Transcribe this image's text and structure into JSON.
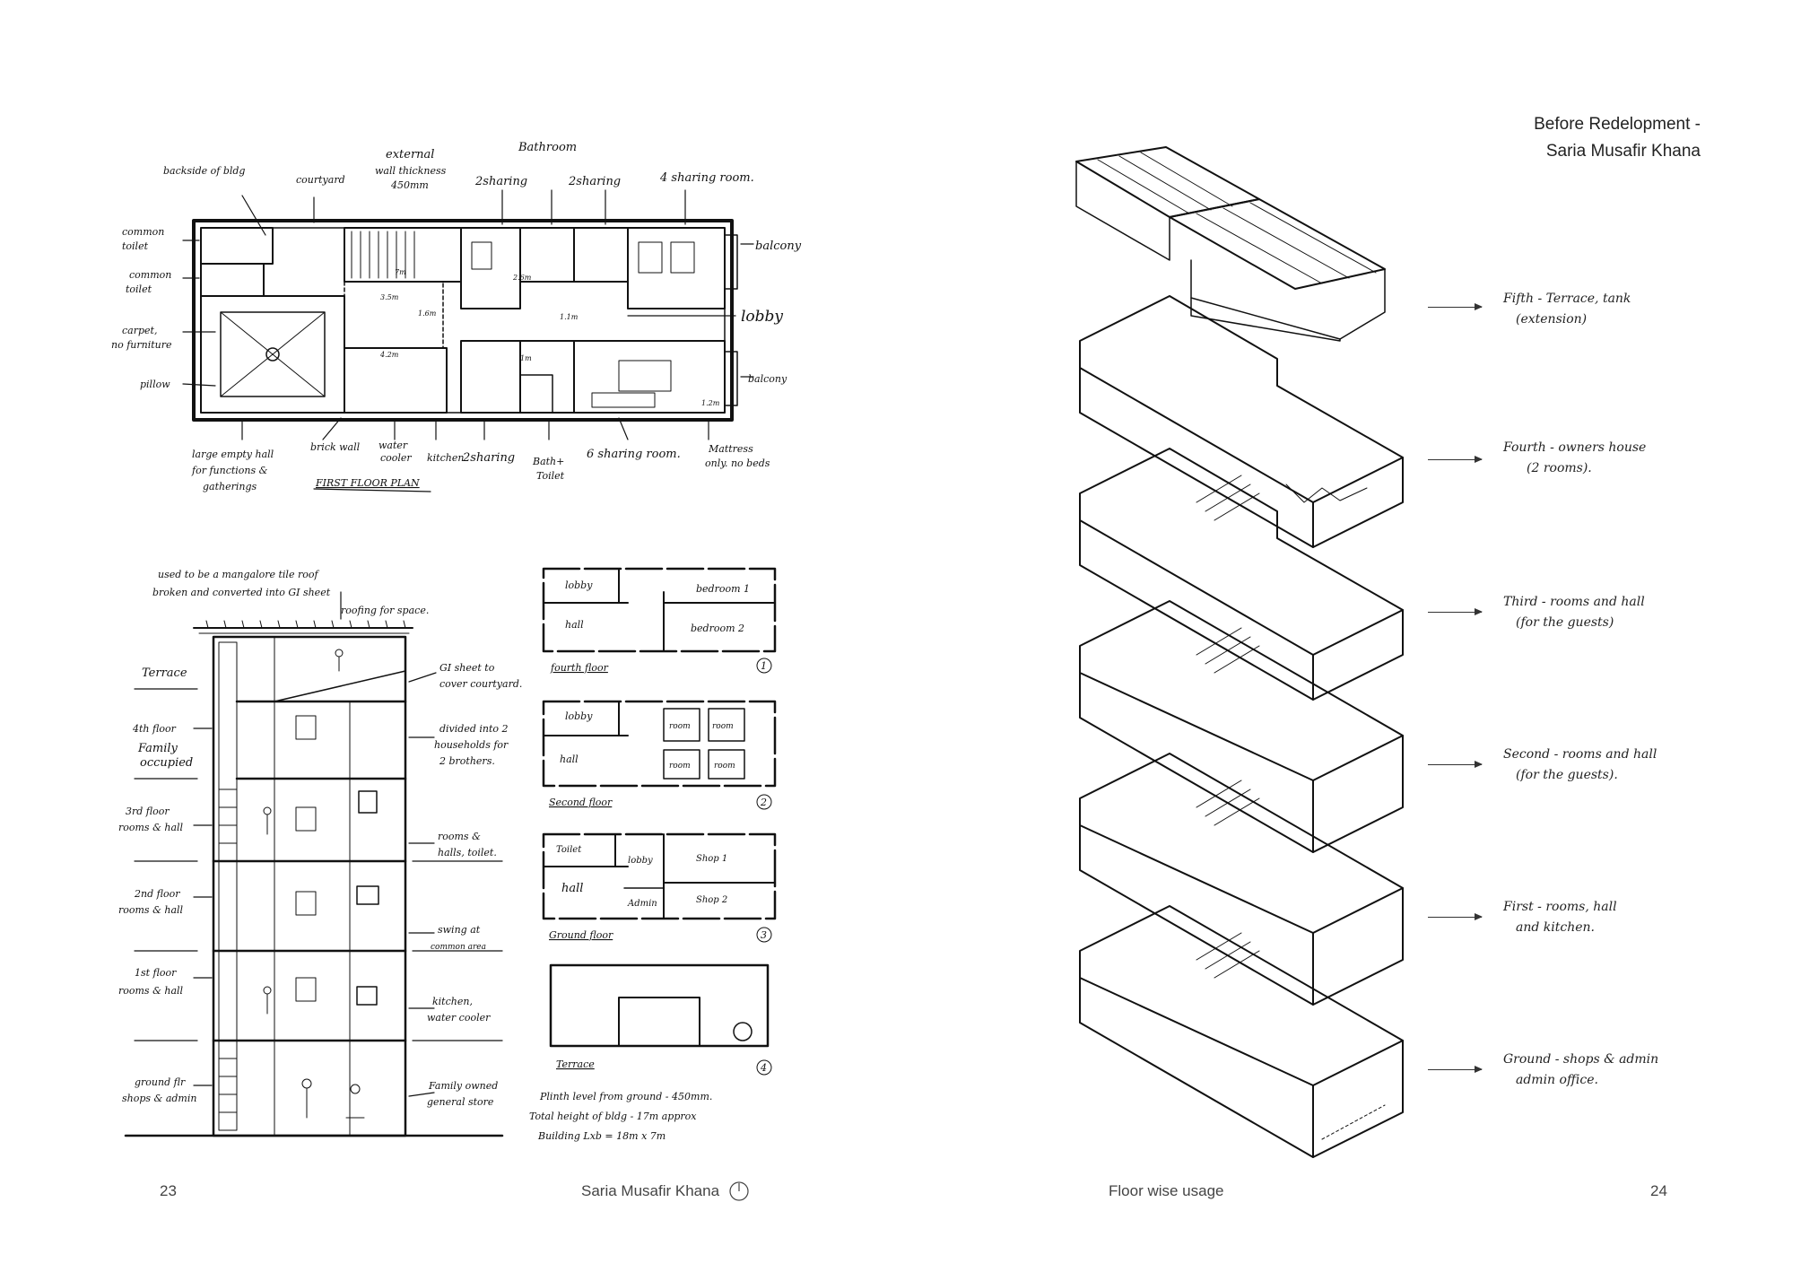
{
  "left_page": {
    "page_number": "23",
    "footer_title": "Saria Musafir Khana",
    "first_floor_plan": {
      "title": "FIRST FLOOR PLAN",
      "labels": {
        "backside": "backside of bldg",
        "courtyard": "courtyard",
        "external_wall": "external",
        "wall_thickness": "wall thickness",
        "wall_dim": "450mm",
        "bathroom": "Bathroom",
        "two_sharing_a": "2sharing",
        "two_sharing_b": "2sharing",
        "four_sharing": "4 sharing room.",
        "common_toilet_1a": "common",
        "common_toilet_1b": "toilet",
        "common_toilet_2a": "common",
        "common_toilet_2b": "toilet",
        "carpet_a": "carpet,",
        "carpet_b": "no furniture",
        "pillow": "pillow",
        "balcony": "balcony",
        "lobby": "lobby",
        "balcony2": "balcony",
        "large_hall_a": "large empty hall",
        "large_hall_b": "for functions &",
        "large_hall_c": "gatherings",
        "brick_wall": "brick wall",
        "water_cooler_a": "water",
        "water_cooler_b": "cooler",
        "kitchen": "kitchen",
        "two_sharing_c": "2sharing",
        "bath_toilet_a": "Bath+",
        "bath_toilet_b": "Toilet",
        "six_sharing": "6 sharing room.",
        "mattress_a": "Mattress",
        "mattress_b": "only. no beds",
        "dim_7m": "7m",
        "dim_26": "2.6m",
        "dim_35": "3.5m",
        "dim_16": "1.6m",
        "dim_42": "4.2m",
        "dim_11": "1.1m",
        "dim_1m": "1m",
        "dim_12": "1.2m"
      }
    },
    "section": {
      "roof_note_a": "used to be a mangalore tile roof",
      "roof_note_b": "broken and converted into GI sheet",
      "roof_note_c": "roofing for space.",
      "terrace": "Terrace",
      "gi_sheet_a": "GI sheet to",
      "gi_sheet_b": "cover courtyard.",
      "fourth_a": "4th floor",
      "fourth_b": "Family",
      "fourth_c": "occupied",
      "divided_a": "divided into 2",
      "divided_b": "households for",
      "divided_c": "2 brothers.",
      "third_a": "3rd floor",
      "third_b": "rooms & hall",
      "rooms_a": "rooms &",
      "rooms_b": "halls, toilet.",
      "second_a": "2nd floor",
      "second_b": "rooms & hall",
      "swing_a": "swing at",
      "swing_b": "common area",
      "first_a": "1st floor",
      "first_b": "rooms & hall",
      "kitchen_a": "kitchen,",
      "kitchen_b": "water cooler",
      "ground_a": "ground flr",
      "ground_b": "shops & admin",
      "family_a": "Family owned",
      "family_b": "general store"
    },
    "mini_plans": [
      {
        "title": "fourth floor",
        "number": "1",
        "rooms": [
          "lobby",
          "bedroom 1",
          "hall",
          "bedroom 2"
        ]
      },
      {
        "title": "Second floor",
        "number": "2",
        "rooms": [
          "lobby",
          "room",
          "room",
          "hall",
          "room",
          "room"
        ]
      },
      {
        "title": "Ground floor",
        "number": "3",
        "rooms": [
          "Toilet",
          "lobby",
          "Shop 1",
          "hall",
          "Admin",
          "Shop 2"
        ]
      },
      {
        "title": "Terrace",
        "number": "4",
        "rooms": []
      }
    ],
    "notes": {
      "plinth": "Plinth level from ground - 450mm.",
      "height": "Total height of bldg - 17m approx",
      "size": "Building Lxb = 18m x 7m"
    }
  },
  "right_page": {
    "page_number": "24",
    "footer_title": "Floor wise usage",
    "title_line1": "Before Redelopment -",
    "title_line2": "Saria Musafir Khana",
    "floors": [
      {
        "line1": "Fifth - Terrace, tank",
        "line2": "(extension)"
      },
      {
        "line1": "Fourth - owners house",
        "line2": "(2 rooms)."
      },
      {
        "line1": "Third - rooms and hall",
        "line2": "(for the guests)"
      },
      {
        "line1": "Second - rooms and hall",
        "line2": "(for the guests)."
      },
      {
        "line1": "First - rooms, hall",
        "line2": "and kitchen."
      },
      {
        "line1": "Ground - shops & admin",
        "line2": "admin office."
      }
    ]
  },
  "colors": {
    "ink": "#111111",
    "footer_text": "#444444",
    "paper": "#ffffff"
  }
}
